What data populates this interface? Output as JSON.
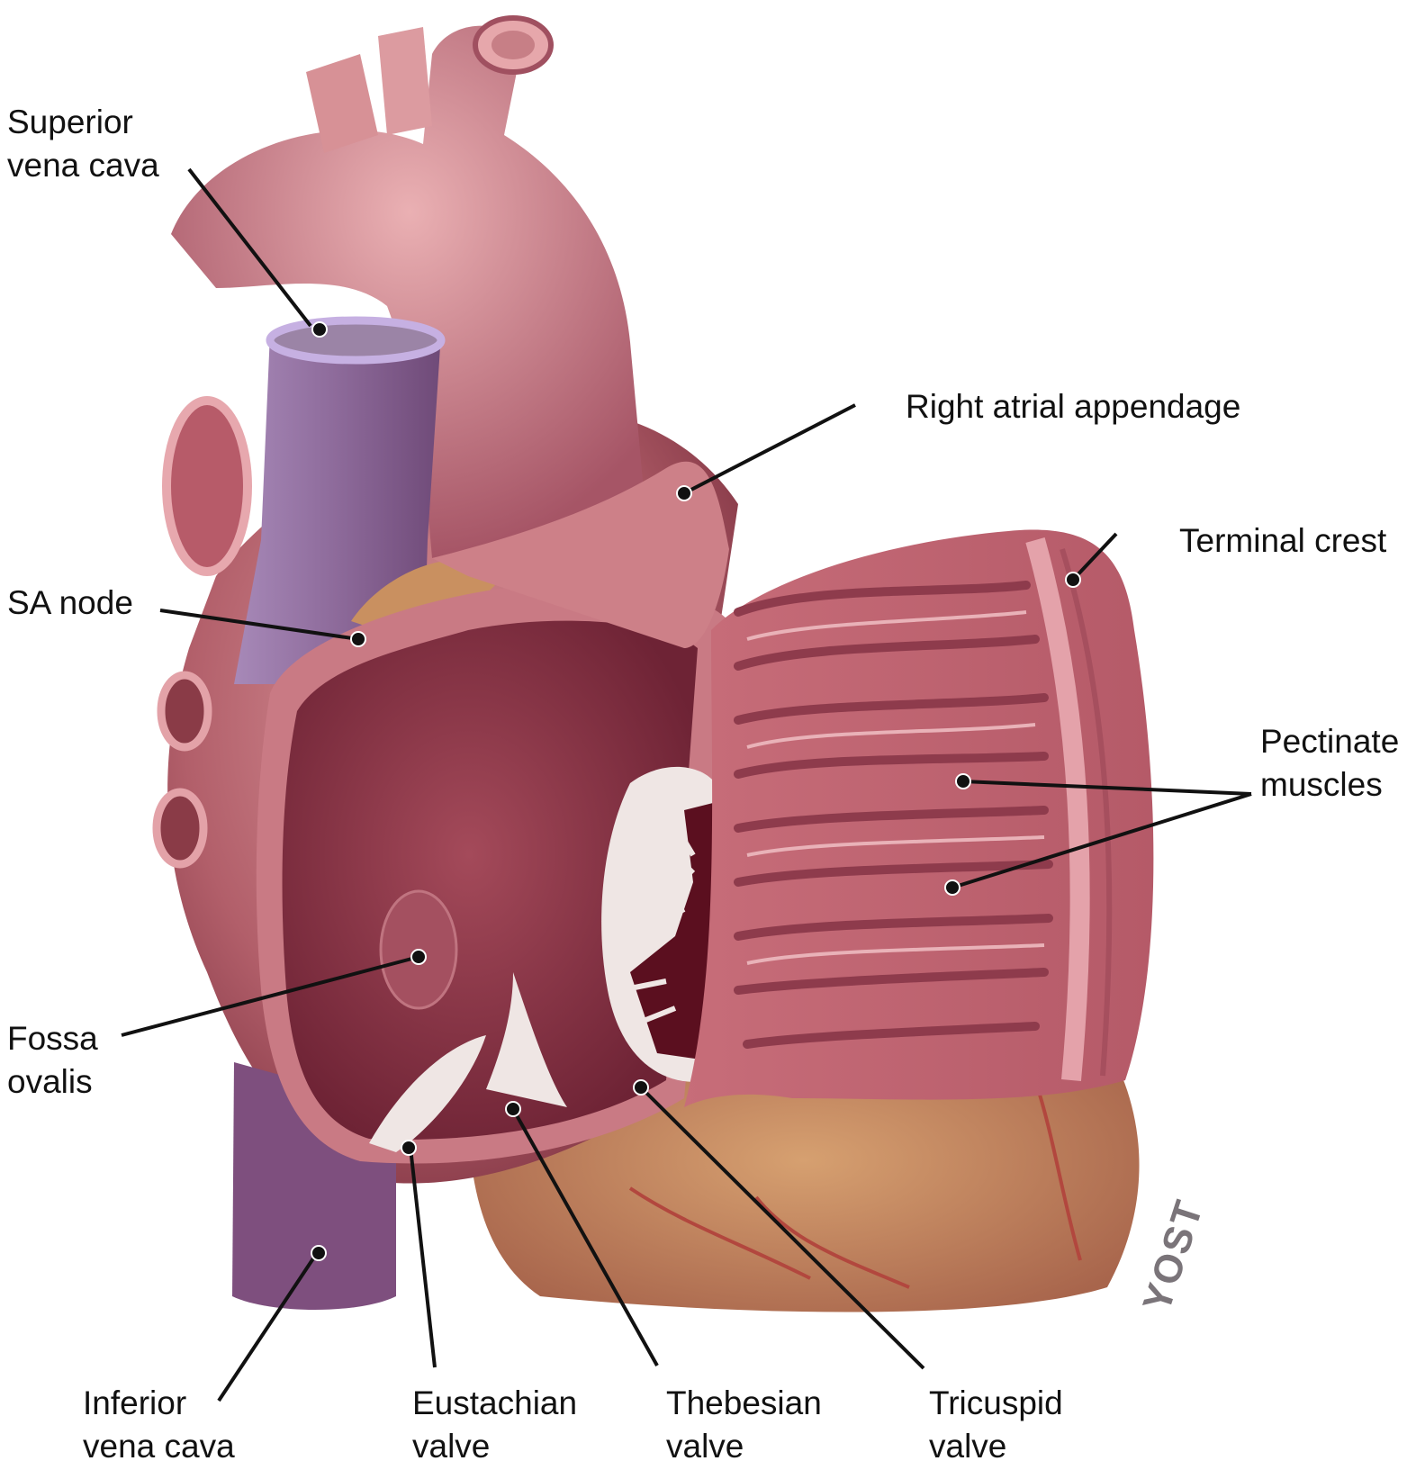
{
  "figure": {
    "subject": "Heart - right atrium opened, right lateral view",
    "signature": "YOST",
    "colors": {
      "background": "#ffffff",
      "myocardium": "#b86a72",
      "myocardium_dark": "#8a3b47",
      "aorta": "#d48a90",
      "vena_cava": "#8a6390",
      "vena_cava_rim": "#b9a0d6",
      "fat": "#c98f5a",
      "valve_white": "#efe6e4",
      "tricuspid_orifice": "#5b0f1f",
      "leader_line": "#111111",
      "label_text": "#111111"
    }
  },
  "labels": {
    "svc": {
      "line1": "Superior",
      "line2": "vena cava"
    },
    "raa": {
      "line1": "Right atrial appendage"
    },
    "terminal_crest": {
      "line1": "Terminal crest"
    },
    "sa_node": {
      "line1": "SA node"
    },
    "pectinate": {
      "line1": "Pectinate",
      "line2": "muscles"
    },
    "fossa": {
      "line1": "Fossa",
      "line2": "ovalis"
    },
    "ivc": {
      "line1": "Inferior",
      "line2": "vena cava"
    },
    "eustachian": {
      "line1": "Eustachian",
      "line2": "valve"
    },
    "thebesian": {
      "line1": "Thebesian",
      "line2": "valve"
    },
    "tricuspid": {
      "line1": "Tricuspid",
      "line2": "valve"
    }
  }
}
